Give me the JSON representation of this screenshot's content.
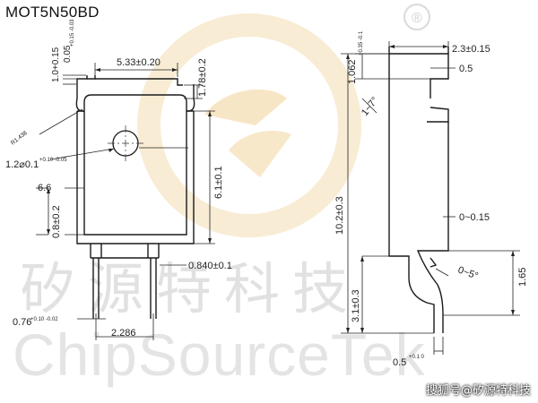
{
  "title": "MOT5N50BD",
  "watermark": {
    "chinese": "矽源特科技",
    "english": "ChipSourceTek",
    "logo_color": "#f3d9a6",
    "registered": "®"
  },
  "credit": "搜狐号@矽源特科技",
  "front_view": {
    "dims": {
      "width_top": "5.33±0.20",
      "top_step": "1.78±0.2",
      "left_top_a": "1.0+0.15",
      "left_top_b": "0.05",
      "left_top_b_tol": "+0.15 -0.03",
      "corner": "R1.438",
      "hole": "1.2⌀0.1",
      "hole_tol": "+0.10 -0.05",
      "body_width": "6.6",
      "right_height": "6.1±0.1",
      "lower_height": "0.8±0.2",
      "lead_width": "0.840±0.1",
      "lead_pitch": "2.286",
      "lead_thick": "0.76",
      "lead_thick_tol": "+0.10 -0.02"
    }
  },
  "side_view": {
    "dims": {
      "top_thick": "2.3±0.15",
      "step": "0.5",
      "tab_height": "1.062",
      "tab_height_tol": "+0.35 -0.1",
      "angle_top": "1~7°",
      "total_height": "10.2±0.3",
      "gap": "0~0.15",
      "lead_angle": "0~5°",
      "lead_offset": "1.65",
      "lead_len": "3.1±0.3",
      "bottom": "0.5",
      "bottom_tol": "+0.1 0"
    }
  }
}
